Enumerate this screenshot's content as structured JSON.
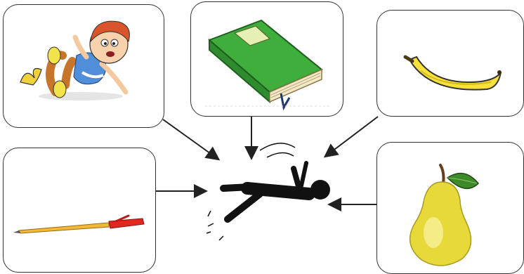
{
  "diagram": {
    "center": {
      "icon": "falling-person-icon"
    },
    "items": [
      {
        "id": "boy",
        "icon": "boy-slipping-on-banana-peel-icon"
      },
      {
        "id": "book",
        "icon": "green-book-icon"
      },
      {
        "id": "banana",
        "icon": "banana-icon"
      },
      {
        "id": "pen",
        "icon": "pen-icon"
      },
      {
        "id": "pear",
        "icon": "pear-icon"
      }
    ],
    "arrow_color": "#222222"
  }
}
